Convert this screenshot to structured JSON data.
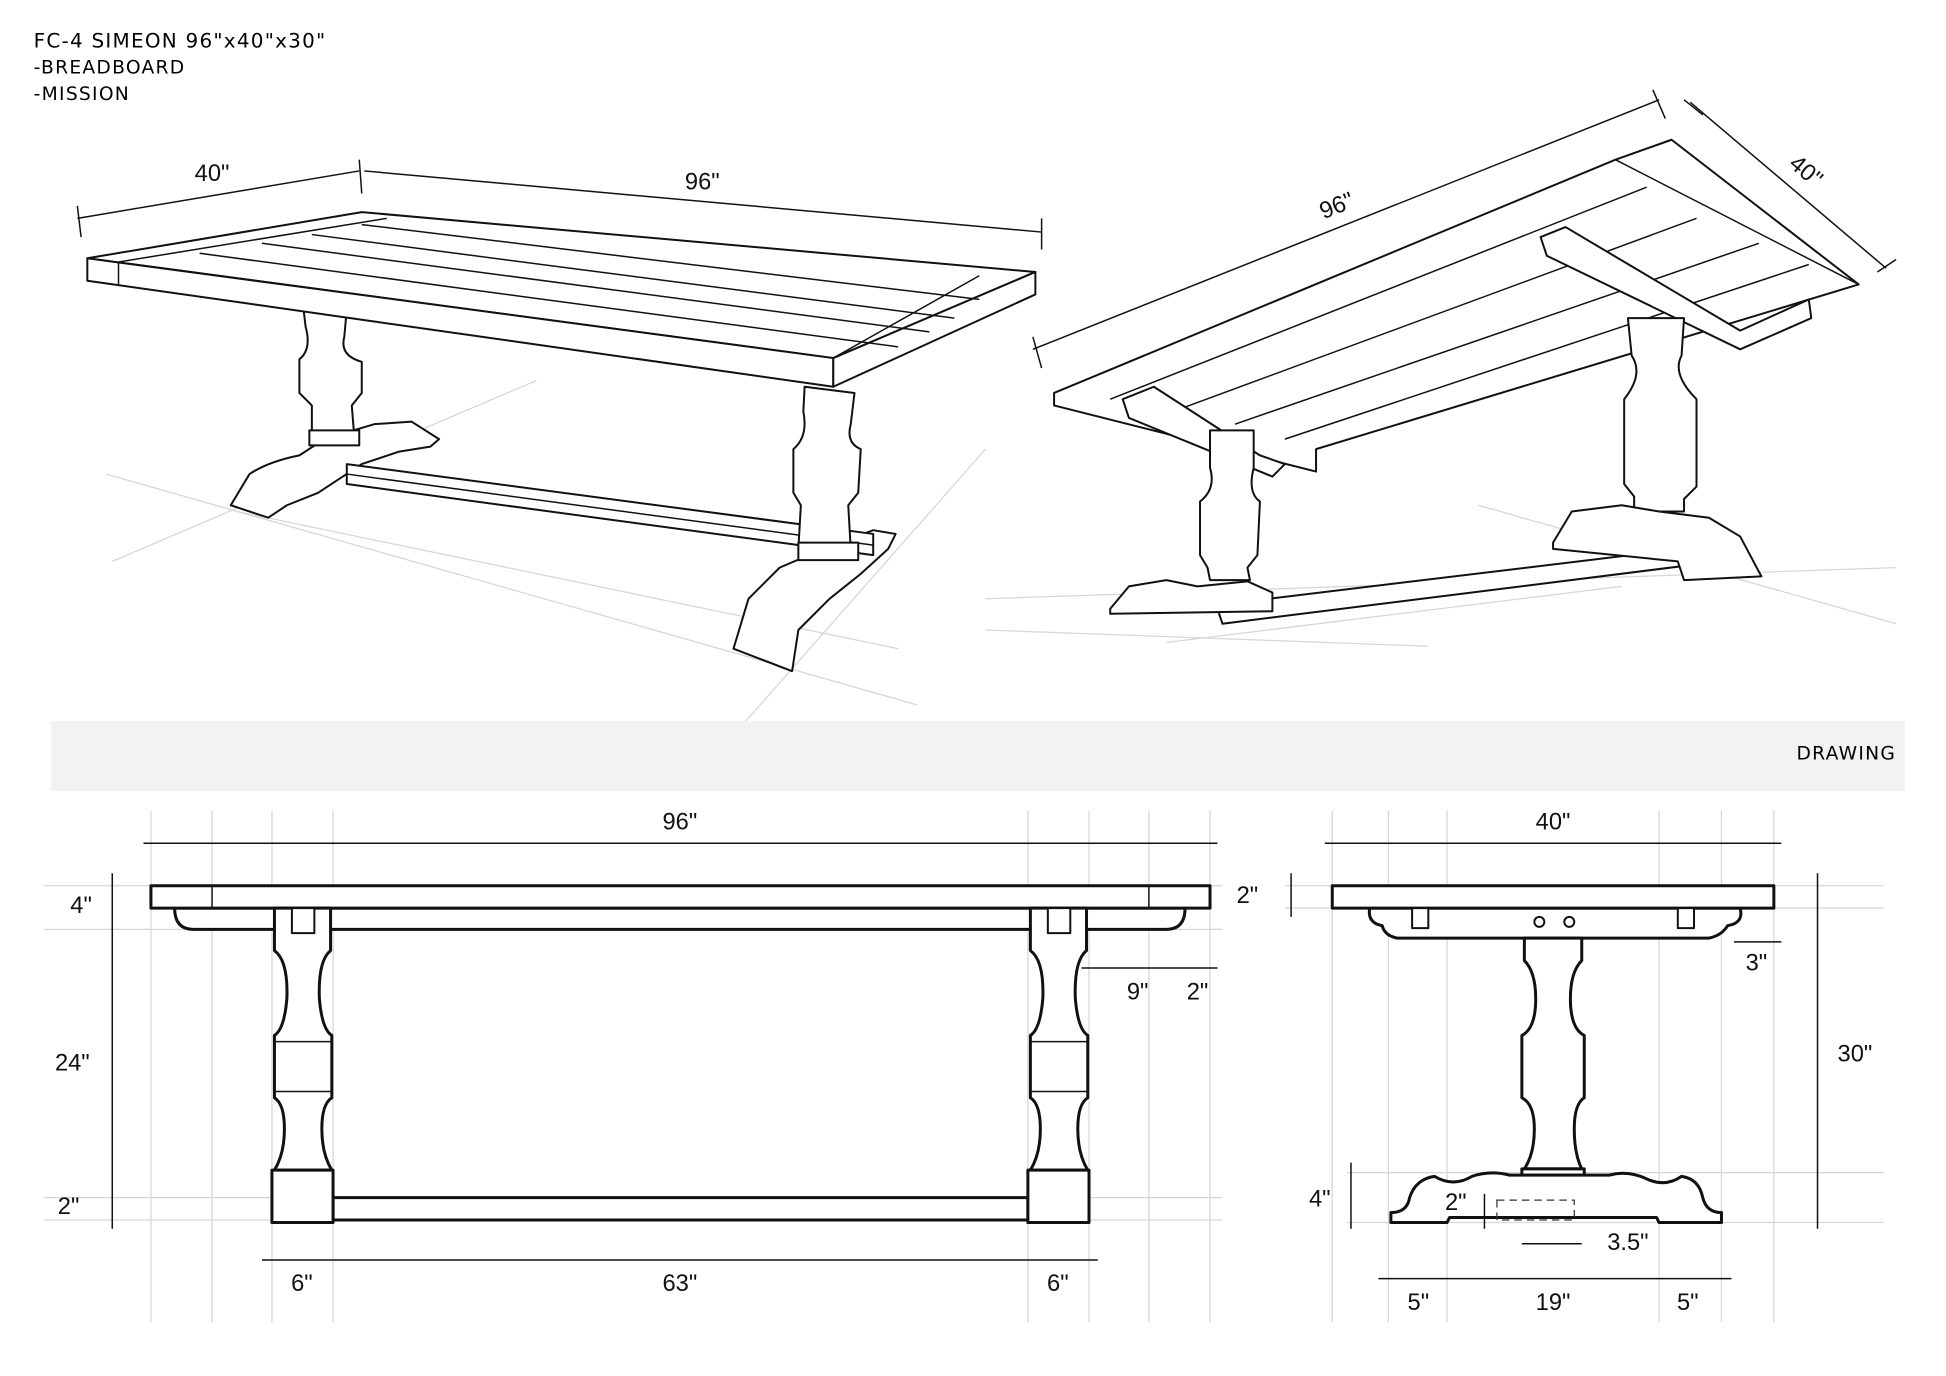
{
  "title_block": {
    "title": "FC-4 SIMEON 96\"x40\"x30\"",
    "notes": [
      "-BREADBOARD",
      "-MISSION"
    ]
  },
  "section_band": {
    "label": "DRAWING",
    "color": "#f2f2f2"
  },
  "iso_left": {
    "dim_width": "40\"",
    "dim_length": "96\""
  },
  "iso_right": {
    "dim_length": "96\"",
    "dim_width": "40\""
  },
  "front_elevation": {
    "overall_length": "96\"",
    "apron_height": "4\"",
    "leg_height": "24\"",
    "stretcher_height": "2\"",
    "leg_left_width": "6\"",
    "between_legs": "63\"",
    "leg_right_width": "6\"",
    "overhang": "9\"",
    "breadboard": "2\""
  },
  "side_elevation": {
    "overall_width": "40\"",
    "top_thickness": "2\"",
    "overall_height": "30\"",
    "apron_inset": "3\"",
    "foot_height": "4\"",
    "mortise_height": "2\"",
    "mortise_width": "3.5\"",
    "foot_left": "5\"",
    "foot_middle": "19\"",
    "foot_right": "5\""
  }
}
